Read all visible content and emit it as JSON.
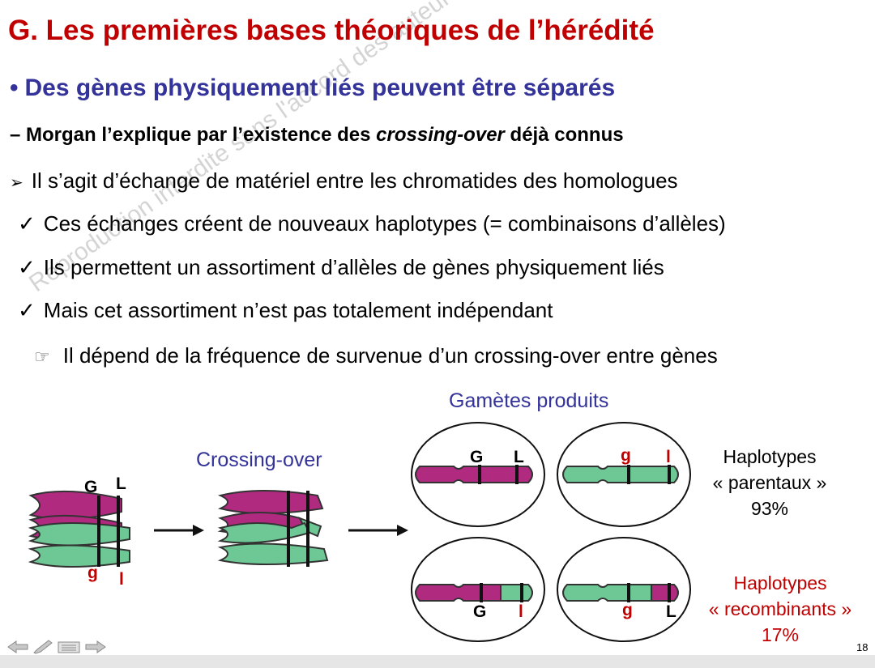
{
  "slide": {
    "title": "G. Les premières bases théoriques de l’hérédité",
    "subtitle_bullet": "•",
    "subtitle": "Des gènes physiquement liés peuvent être séparés",
    "dash_pre": "– Morgan l’explique par l’existence des ",
    "dash_em": "crossing-over",
    "dash_post": " déjà connus",
    "arrow_mark": "➢",
    "line1": "Il s’agit d’échange de matériel entre les chromatides des homologues",
    "check_mark": "✓",
    "line2": "Ces échanges créent de nouveaux haplotypes (= combinaisons d’allèles)",
    "line3": "Ils permettent un assortiment d’allèles de gènes physiquement liés",
    "line4": "Mais cet assortiment n’est pas totalement indépendant",
    "hand_mark": "☞",
    "line5": "Il dépend de la fréquence de survenue d’un crossing-over entre gènes",
    "page_number": "18",
    "watermark": "Reproduction interdite sans l'accord des auteurs - Faculté de Médecine - UMS"
  },
  "diagram": {
    "crossing_label": "Crossing-over",
    "gametes_label": "Gamètes produits",
    "allele_G": "G",
    "allele_L": "L",
    "allele_g": "g",
    "allele_l": "l",
    "parental_line1": "Haplotypes",
    "parental_line2": "« parentaux »",
    "parental_percent": "93%",
    "recomb_line1": "Haplotypes",
    "recomb_line2": "« recombinants »",
    "recomb_percent": "17%"
  },
  "colors": {
    "title": "#c00000",
    "subtitle": "#333399",
    "chrom_magenta": "#b02a80",
    "chrom_green": "#6ec895",
    "allele_red": "#c00000"
  },
  "icons": [
    "back-arrow-icon",
    "pen-icon",
    "menu-icon",
    "forward-arrow-icon"
  ]
}
